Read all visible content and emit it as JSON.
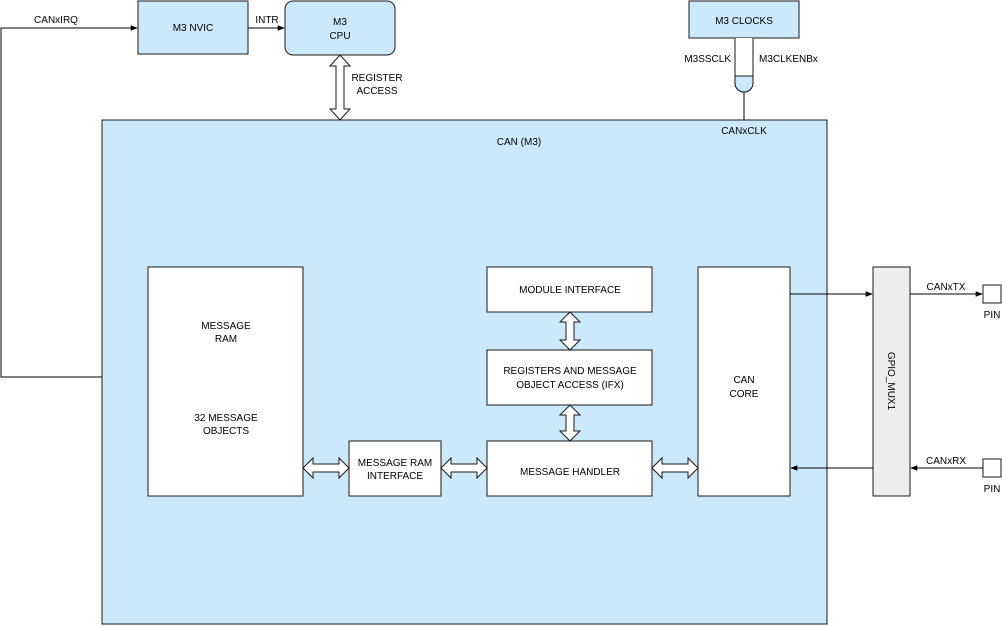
{
  "blocks": {
    "nvic": "M3 NVIC",
    "cpu_line1": "M3",
    "cpu_line2": "CPU",
    "clocks": "M3 CLOCKS",
    "can_module": "CAN (M3)",
    "message_ram_line1": "MESSAGE",
    "message_ram_line2": "RAM",
    "message_objects_line1": "32 MESSAGE",
    "message_objects_line2": "OBJECTS",
    "ram_interface_line1": "MESSAGE RAM",
    "ram_interface_line2": "INTERFACE",
    "module_interface": "MODULE INTERFACE",
    "registers_line1": "REGISTERS AND MESSAGE",
    "registers_line2": "OBJECT ACCESS (IFX)",
    "message_handler": "MESSAGE HANDLER",
    "can_core_line1": "CAN",
    "can_core_line2": "CORE",
    "gpio_mux": "GPIO_MUX1"
  },
  "signals": {
    "canxirq": "CANxIRQ",
    "intr": "INTR",
    "register_access_line1": "REGISTER",
    "register_access_line2": "ACCESS",
    "m3ssclk": "M3SSCLK",
    "m3clkenbx": "M3CLKENBx",
    "canxclk": "CANxCLK",
    "canxtx": "CANxTX",
    "canxrx": "CANxRX",
    "pin_tx": "PIN",
    "pin_rx": "PIN"
  },
  "colors": {
    "block_fill": "#cce9fb",
    "internal_fill": "#ffffff",
    "mux_fill": "#eeeeee",
    "stroke": "#1a1a1a"
  }
}
